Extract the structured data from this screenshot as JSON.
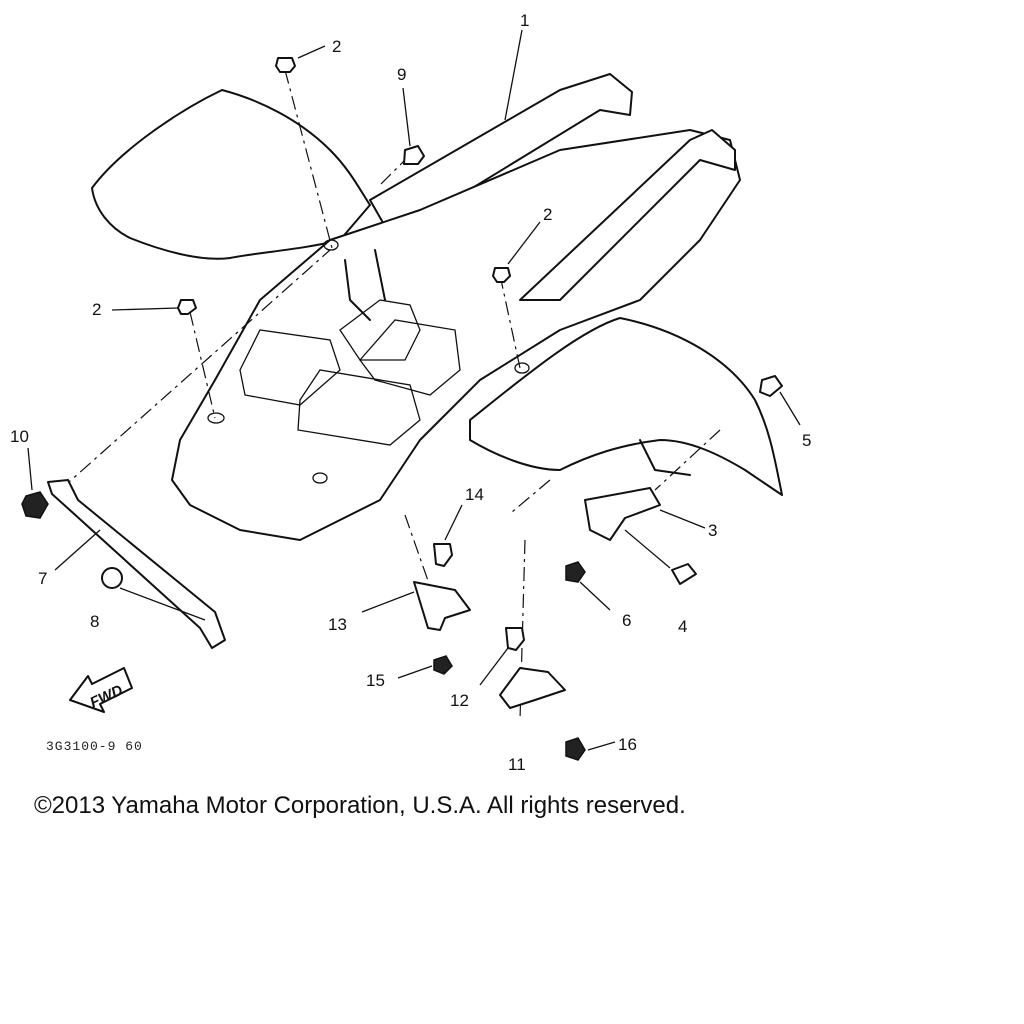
{
  "diagram": {
    "callouts": {
      "c1": "1",
      "c2a": "2",
      "c2b": "2",
      "c2c": "2",
      "c3": "3",
      "c4": "4",
      "c5": "5",
      "c6": "6",
      "c7": "7",
      "c8": "8",
      "c9": "9",
      "c10": "10",
      "c11": "11",
      "c12": "12",
      "c13": "13",
      "c14": "14",
      "c15": "15",
      "c16": "16"
    },
    "fwd_label": "FWD",
    "drawing_code": "3G3100-9 60"
  },
  "footer": {
    "copyright": "©2013 Yamaha Motor Corporation, U.S.A. All rights reserved."
  }
}
